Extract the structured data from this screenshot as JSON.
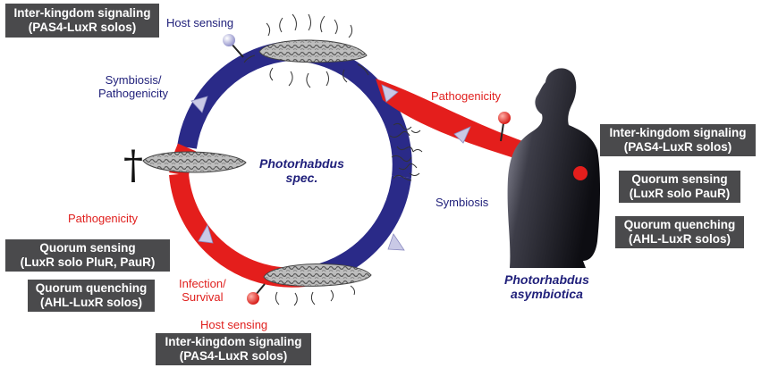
{
  "boxes": {
    "top_left": [
      "Inter-kingdom signaling",
      "(PAS4-LuxR solos)"
    ],
    "right_1": [
      "Inter-kingdom signaling",
      "(PAS4-LuxR solos)"
    ],
    "right_2": [
      "Quorum sensing",
      "(LuxR solo PauR)"
    ],
    "right_3": [
      "Quorum quenching",
      "(AHL-LuxR solos)"
    ],
    "left_1": [
      "Quorum sensing",
      "(LuxR solo PluR, PauR)"
    ],
    "left_2": [
      "Quorum quenching",
      "(AHL-LuxR solos)"
    ],
    "bottom": [
      "Inter-kingdom signaling",
      "(PAS4-LuxR solos)"
    ]
  },
  "labels": {
    "host_sensing_top": "Host sensing",
    "symbiosis_pathogenicity": [
      "Symbiosis/",
      "Pathogenicity"
    ],
    "pathogenicity_right": "Pathogenicity",
    "symbiosis_right": "Symbiosis",
    "pathogenicity_left": "Pathogenicity",
    "infection_survival": [
      "Infection/",
      "Survival"
    ],
    "host_sensing_bottom": "Host sensing",
    "dagger": "†"
  },
  "species": {
    "spec": [
      "Photorhabdus",
      "spec."
    ],
    "asymbiotica": [
      "Photorhabdus",
      "asymbiotica"
    ]
  },
  "colors": {
    "blue_arc": "#2a2a88",
    "red_arc": "#e41e1c",
    "box_bg": "#4a4a4c",
    "blue_sphere": "#b3b3d9",
    "red_sphere": "#e41e1c"
  }
}
